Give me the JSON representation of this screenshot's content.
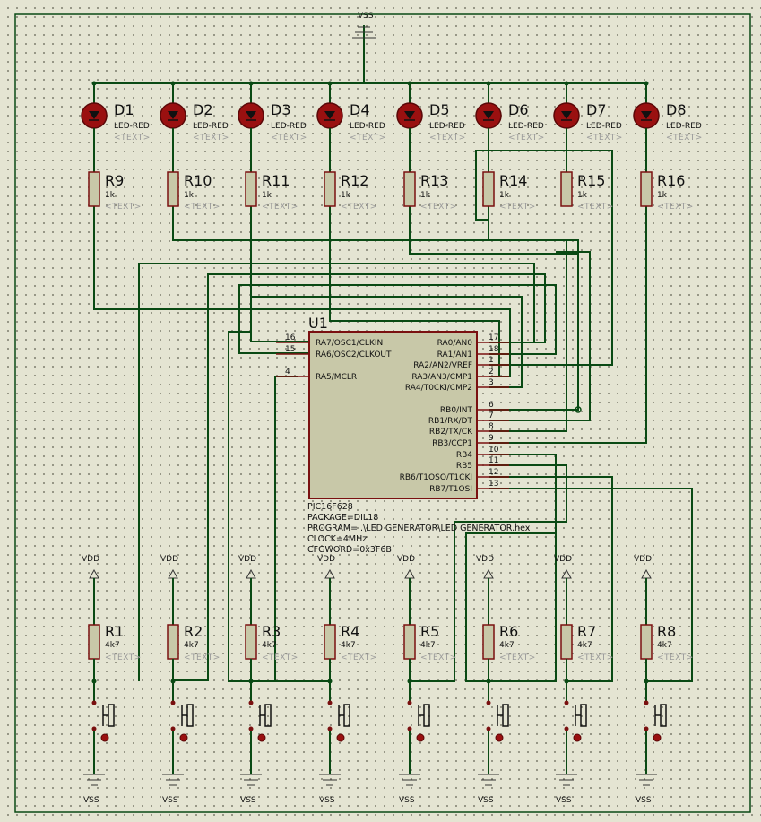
{
  "supply": {
    "top": "VSS",
    "vdd": "VDD",
    "vss": "VSS"
  },
  "leds": [
    {
      "ref": "D1",
      "value": "LED-RED",
      "text": "<TEXT>"
    },
    {
      "ref": "D2",
      "value": "LED-RED",
      "text": "<TEXT>"
    },
    {
      "ref": "D3",
      "value": "LED-RED",
      "text": "<TEXT>"
    },
    {
      "ref": "D4",
      "value": "LED-RED",
      "text": "<TEXT>"
    },
    {
      "ref": "D5",
      "value": "LED-RED",
      "text": "<TEXT>"
    },
    {
      "ref": "D6",
      "value": "LED-RED",
      "text": "<TEXT>"
    },
    {
      "ref": "D7",
      "value": "LED-RED",
      "text": "<TEXT>"
    },
    {
      "ref": "D8",
      "value": "LED-RED",
      "text": "<TEXT>"
    }
  ],
  "led_resistors": [
    {
      "ref": "R9",
      "value": "1k",
      "text": "<TEXT>"
    },
    {
      "ref": "R10",
      "value": "1k",
      "text": "<TEXT>"
    },
    {
      "ref": "R11",
      "value": "1k",
      "text": "<TEXT>"
    },
    {
      "ref": "R12",
      "value": "1k",
      "text": "<TEXT>"
    },
    {
      "ref": "R13",
      "value": "1k",
      "text": "<TEXT>"
    },
    {
      "ref": "R14",
      "value": "1k",
      "text": "<TEXT>"
    },
    {
      "ref": "R15",
      "value": "1k",
      "text": "<TEXT>"
    },
    {
      "ref": "R16",
      "value": "1k",
      "text": "<TEXT>"
    }
  ],
  "pullups": [
    {
      "ref": "R1",
      "value": "4k7",
      "text": "<TEXT>"
    },
    {
      "ref": "R2",
      "value": "4k7",
      "text": "<TEXT>"
    },
    {
      "ref": "R3",
      "value": "4k7",
      "text": "<TEXT>"
    },
    {
      "ref": "R4",
      "value": "4k7",
      "text": "<TEXT>"
    },
    {
      "ref": "R5",
      "value": "4k7",
      "text": "<TEXT>"
    },
    {
      "ref": "R6",
      "value": "4k7",
      "text": "<TEXT>"
    },
    {
      "ref": "R7",
      "value": "4k7",
      "text": "<TEXT>"
    },
    {
      "ref": "R8",
      "value": "4k7",
      "text": "<TEXT>"
    }
  ],
  "mcu": {
    "ref": "U1",
    "left_pins": [
      {
        "num": "16",
        "name": "RA7/OSC1/CLKIN"
      },
      {
        "num": "15",
        "name": "RA6/OSC2/CLKOUT"
      },
      {
        "num": "4",
        "name": "RA5/MCLR"
      }
    ],
    "right_pins": [
      {
        "num": "17",
        "name": "RA0/AN0"
      },
      {
        "num": "18",
        "name": "RA1/AN1"
      },
      {
        "num": "1",
        "name": "RA2/AN2/VREF"
      },
      {
        "num": "2",
        "name": "RA3/AN3/CMP1"
      },
      {
        "num": "3",
        "name": "RA4/T0CKI/CMP2"
      },
      {
        "num": "6",
        "name": "RB0/INT"
      },
      {
        "num": "7",
        "name": "RB1/RX/DT"
      },
      {
        "num": "8",
        "name": "RB2/TX/CK"
      },
      {
        "num": "9",
        "name": "RB3/CCP1"
      },
      {
        "num": "10",
        "name": "RB4"
      },
      {
        "num": "11",
        "name": "RB5"
      },
      {
        "num": "12",
        "name": "RB6/T1OSO/T1CKI"
      },
      {
        "num": "13",
        "name": "RB7/T1OSI"
      }
    ],
    "info": [
      "PIC16F628",
      "PACKAGE=DIL18",
      "PROGRAM=..\\LED GENERATOR\\LED GENERATOR.hex",
      "CLOCK=4MHz",
      "CFGWORD=0x3F6B"
    ]
  },
  "colors": {
    "wire": "#0a4a14",
    "body": "#7a1010",
    "chip_fill": "#c8c8a8",
    "led_fill": "#9a1010"
  }
}
